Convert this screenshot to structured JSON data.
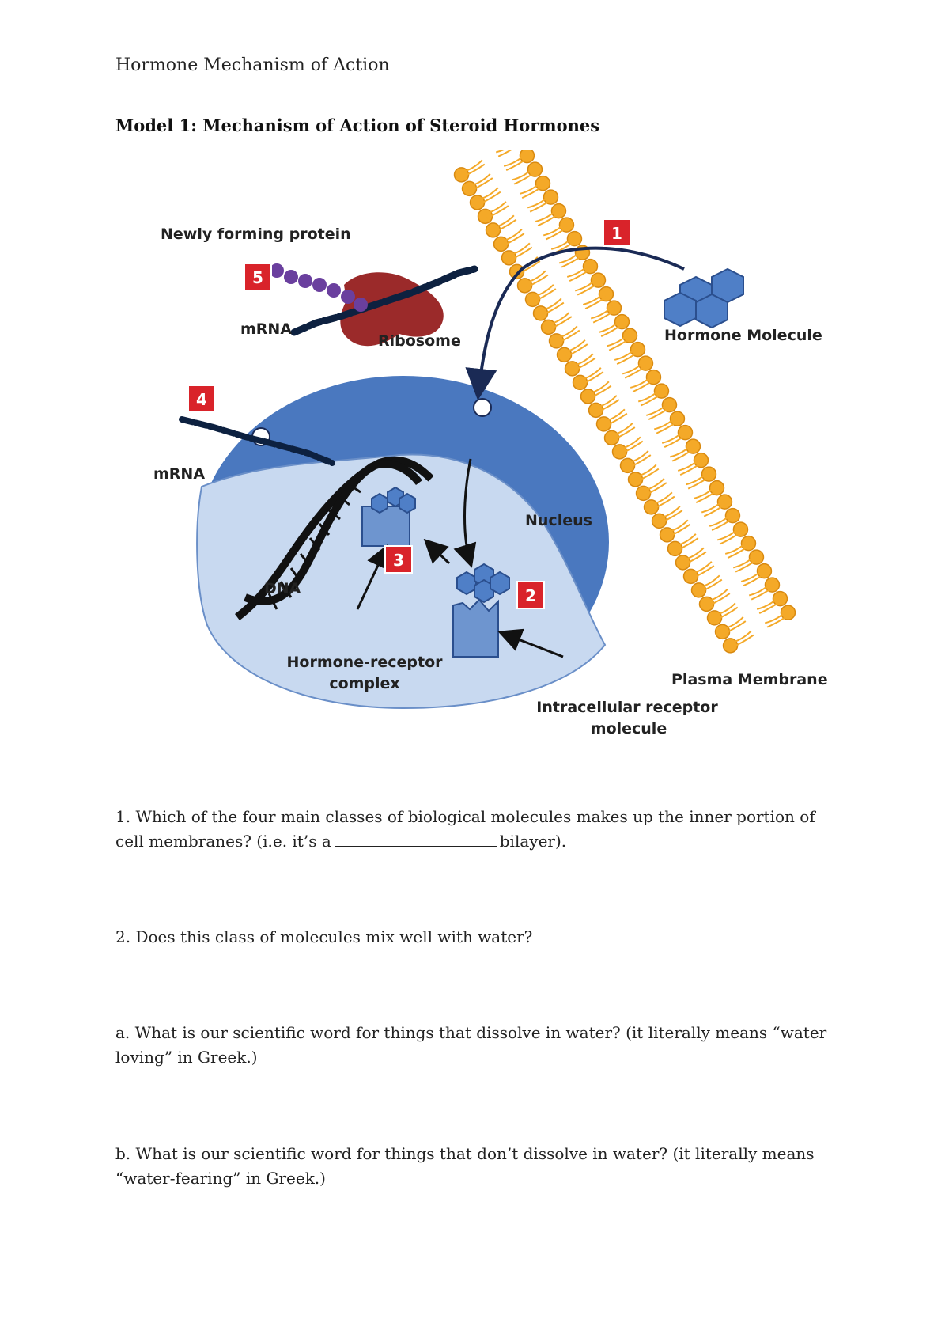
{
  "header": {
    "title": "Hormone Mechanism of Action"
  },
  "model": {
    "title": "Model 1: Mechanism of Action of Steroid Hormones"
  },
  "figure": {
    "labels": {
      "newly_forming_protein": "Newly forming protein",
      "mrna_top": "mRNA",
      "ribosome": "Ribosome",
      "hormone_molecule": "Hormone Molecule",
      "mrna_left": "mRNA",
      "nucleus": "Nucleus",
      "dna": "DNA",
      "hormone_receptor_complex_line1": "Hormone-receptor",
      "hormone_receptor_complex_line2": "complex",
      "plasma_membrane": "Plasma Membrane",
      "intracellular_receptor_line1": "Intracellular receptor",
      "intracellular_receptor_line2": "molecule"
    },
    "steps": [
      "1",
      "2",
      "3",
      "4",
      "5"
    ],
    "colors": {
      "step_badge": "#d9232a",
      "nucleus_outer": "#4a78bf",
      "nucleus_inner": "#c8d9f0",
      "membrane": "#f4a928",
      "hormone": "#4f7fc7",
      "ribosome": "#9b2a2a",
      "protein_beads": "#6a3f9e",
      "arrow": "#1a2a55"
    }
  },
  "questions": {
    "q1_part1": "1. Which of the four main classes of biological molecules makes up the inner portion of cell membranes? (i.e. it’s a",
    "q1_part2": "bilayer).",
    "q2": "2. Does this class of molecules mix well with water?",
    "qa": "a. What is our scientific word for things that dissolve in water? (it literally means “water loving” in Greek.)",
    "qb": "b. What is our scientific word for things that don’t dissolve in water? (it literally means “water-fearing” in Greek.)"
  }
}
